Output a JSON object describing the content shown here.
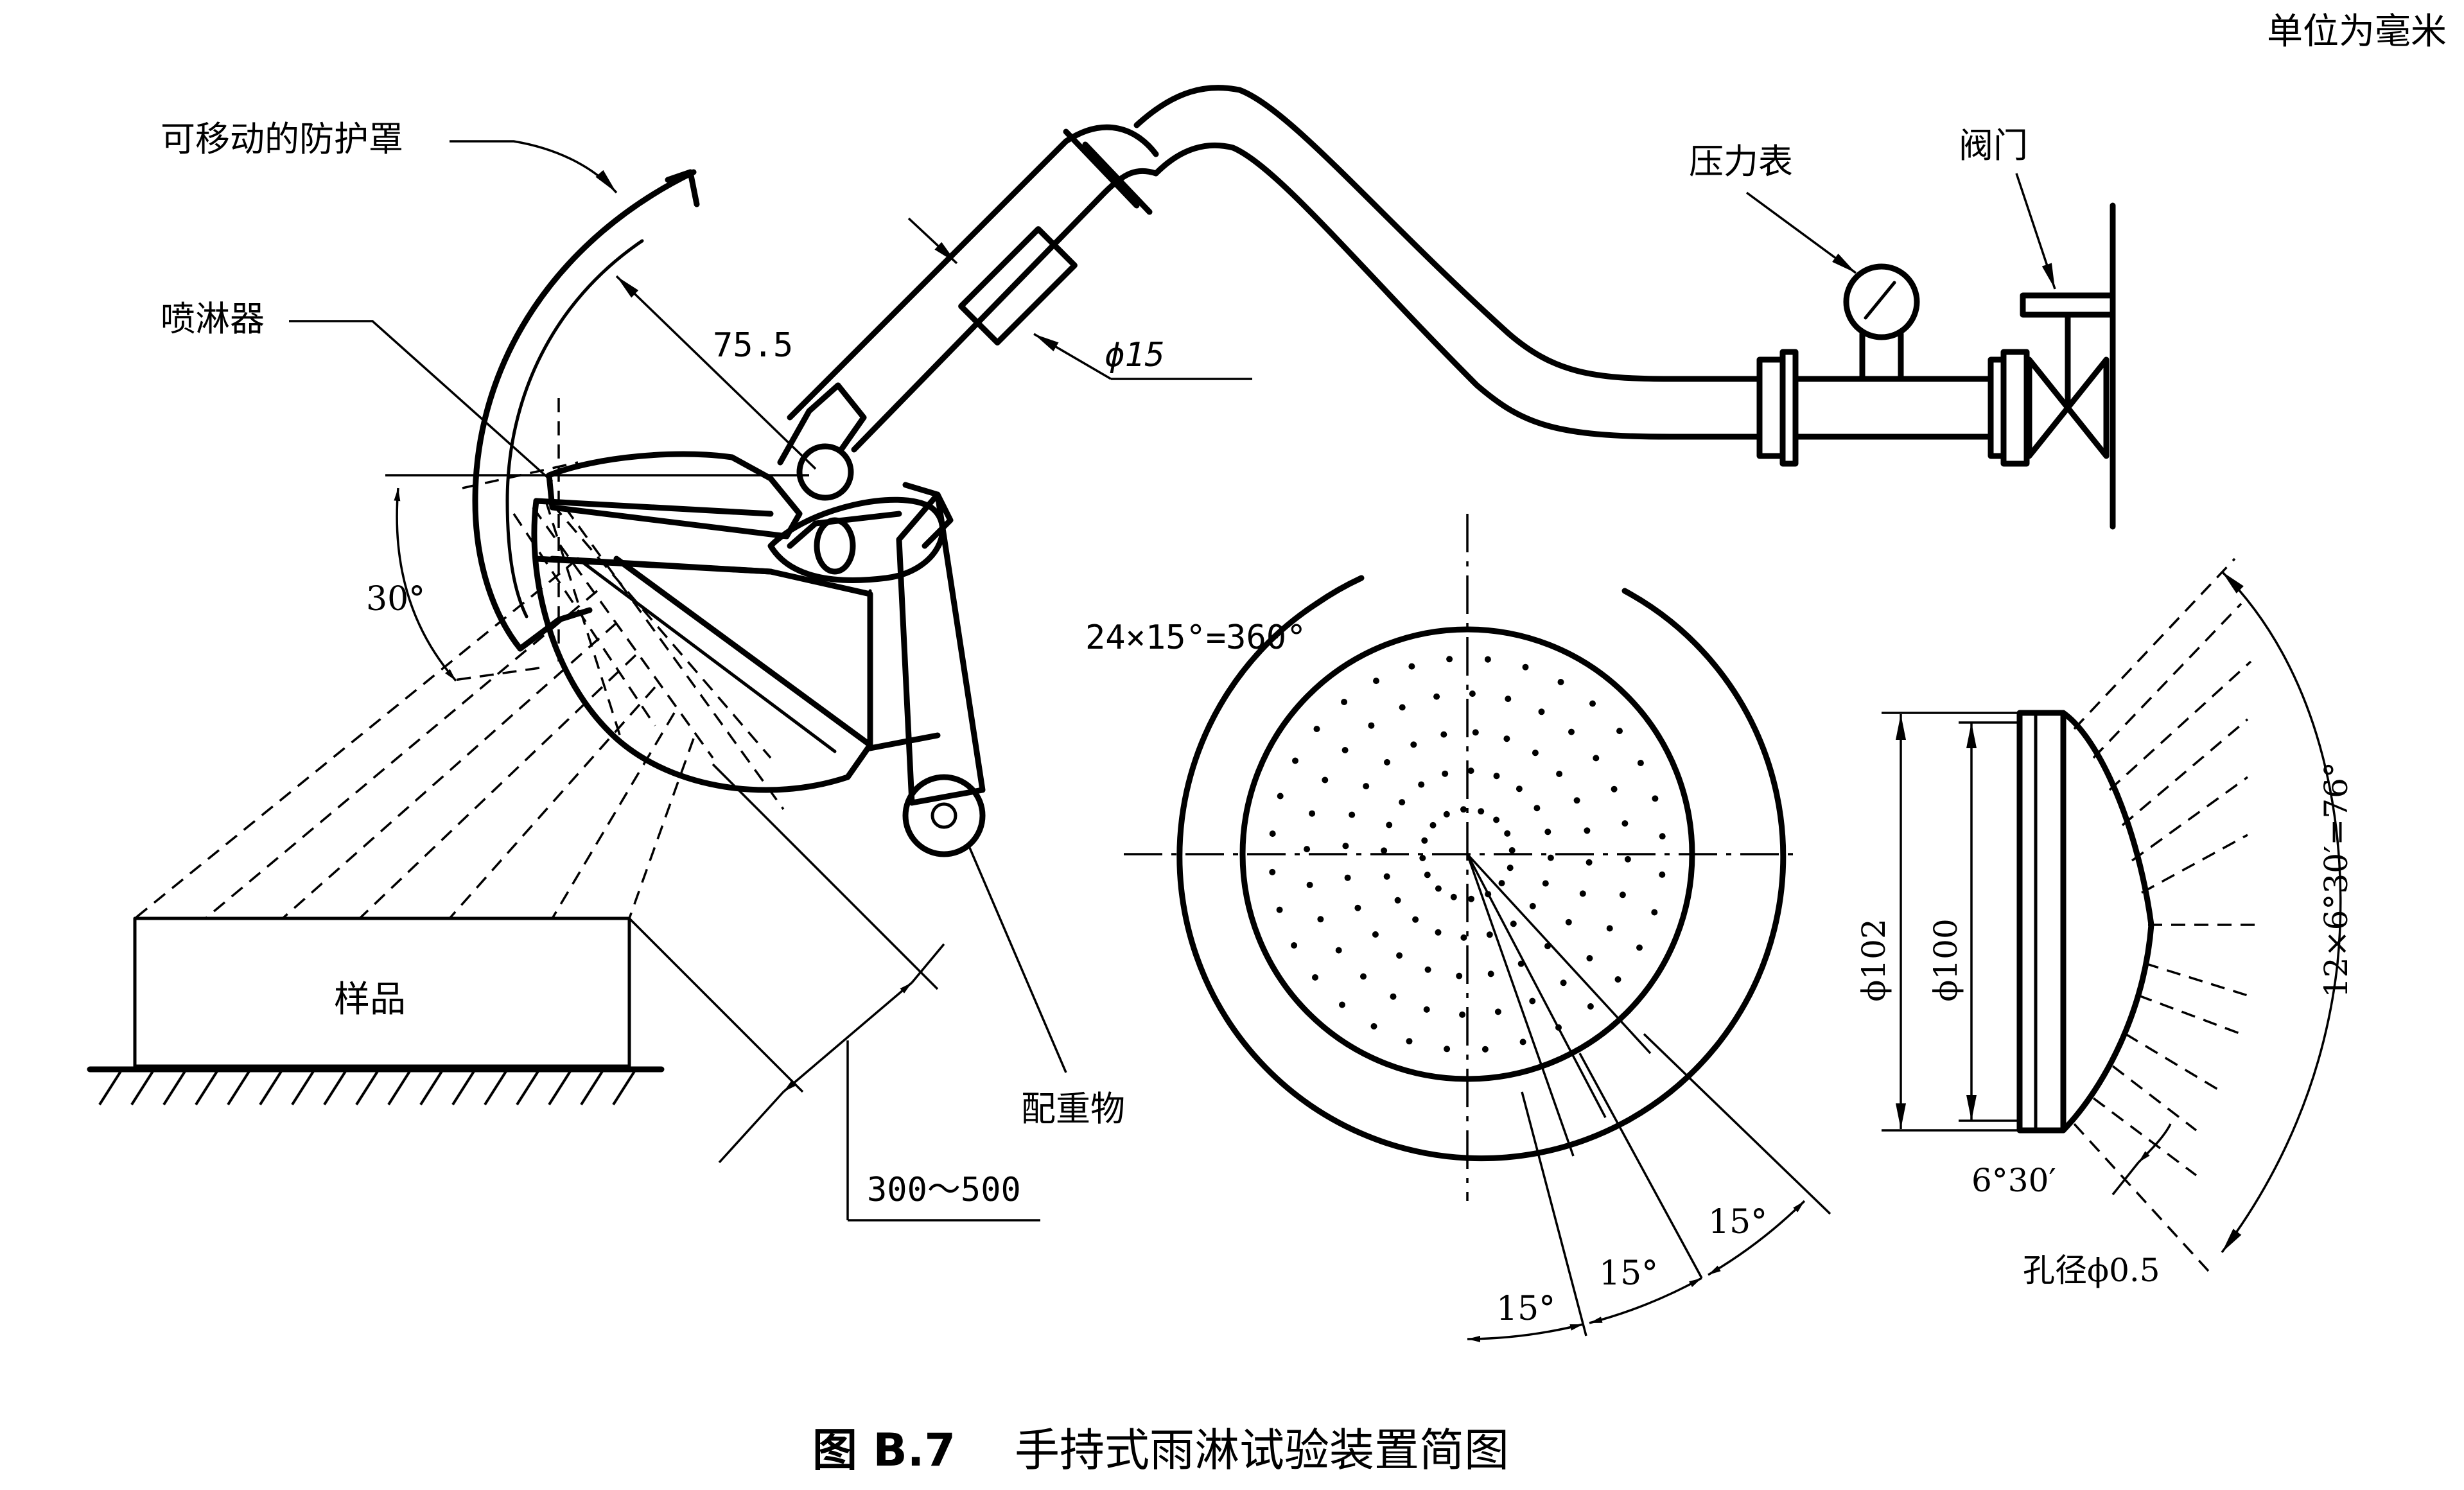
{
  "unit_note": "单位为毫米",
  "caption": {
    "figure_number": "图 B.7",
    "title": "手持式雨淋试验装置简图"
  },
  "labels": {
    "movable_shield": "可移动的防护罩",
    "sprinkler": "喷淋器",
    "pressure_gauge": "压力表",
    "valve": "阀门",
    "sample": "样品",
    "counterweight": "配重物",
    "hole_diameter": "孔径ϕ0.5"
  },
  "dimensions": {
    "radius": "75.5",
    "pipe_diameter": "ϕ15",
    "angle_30": "30°",
    "distance": "300～500",
    "circle_division": "24×15°=360°",
    "angle_15_a": "15°",
    "angle_15_b": "15°",
    "angle_15_c": "15°",
    "outer_diameter": "ϕ102",
    "inner_diameter": "ϕ100",
    "arc_angle": "12×6°30′=76°",
    "step_angle": "6°30′"
  }
}
